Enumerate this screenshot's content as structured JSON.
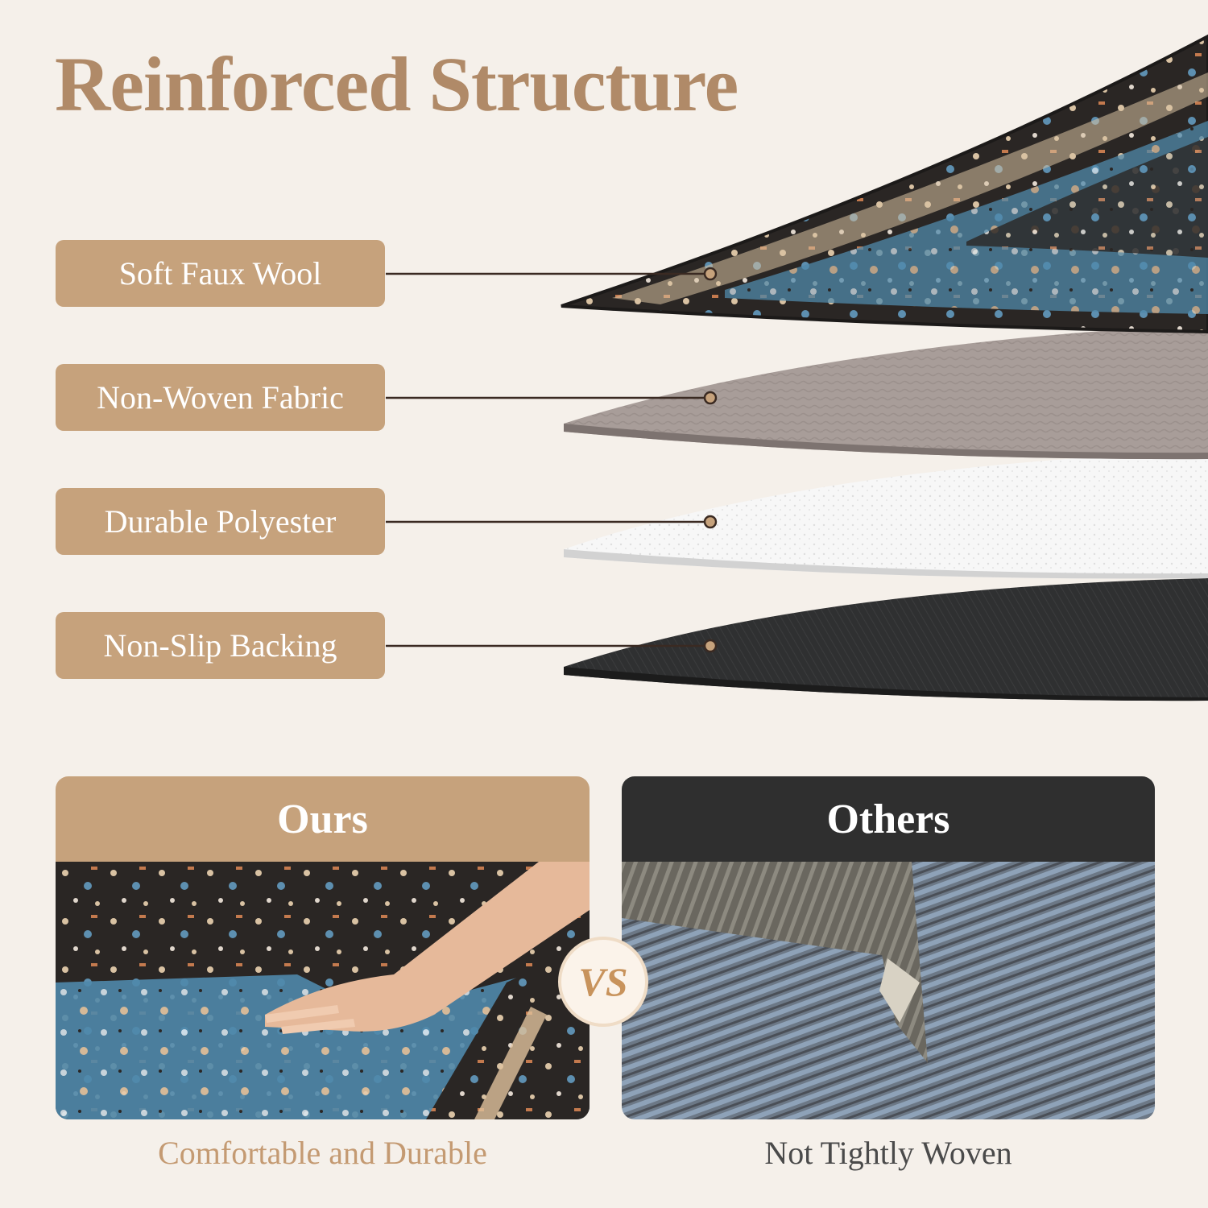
{
  "title": "Reinforced Structure",
  "layers": [
    {
      "label": "Soft Faux Wool"
    },
    {
      "label": "Non-Woven Fabric"
    },
    {
      "label": "Durable Polyester"
    },
    {
      "label": "Non-Slip Backing"
    }
  ],
  "comparison": {
    "ours": {
      "heading": "Ours",
      "caption": "Comfortable and Durable"
    },
    "others": {
      "heading": "Others",
      "caption": "Not Tightly Woven"
    },
    "vs_label": "VS"
  },
  "colors": {
    "accent": "#c6a27c",
    "title": "#b08a68",
    "dark": "#2f2f2f",
    "background": "#f5f0ea"
  }
}
